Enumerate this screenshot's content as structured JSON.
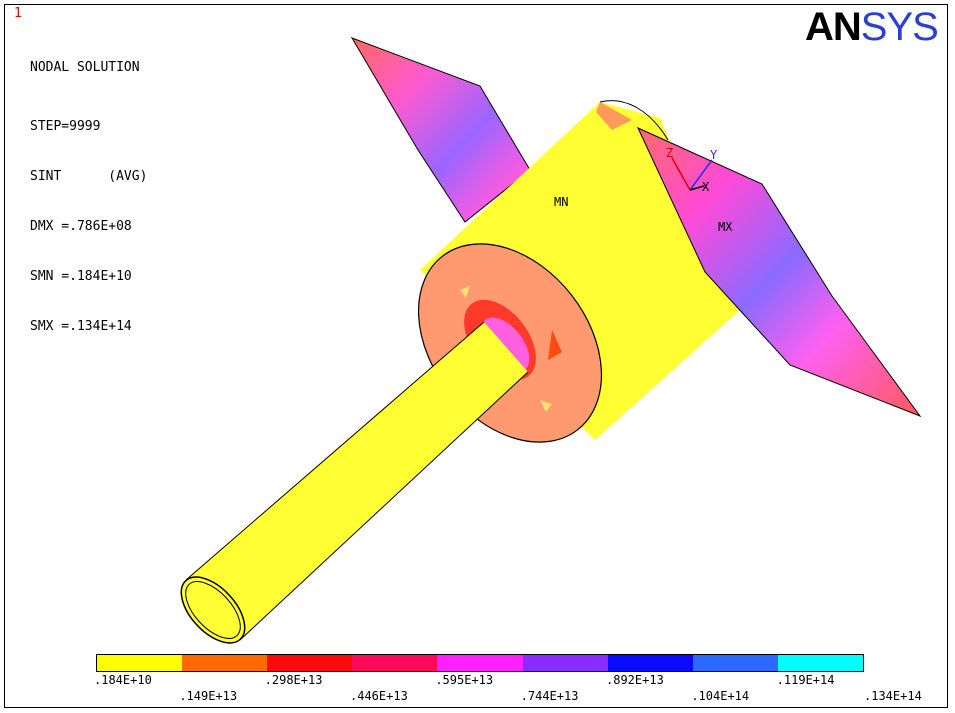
{
  "window_number": "1",
  "info": {
    "title": "NODAL SOLUTION",
    "step": "STEP=9999",
    "sint": "SINT      (AVG)",
    "dmx": "DMX =.786E+08",
    "smn": "SMN =.184E+10",
    "smx": "SMX =.134E+14"
  },
  "logo": {
    "an": "AN",
    "sys": "SYS"
  },
  "markers": {
    "min": "MN",
    "max": "MX"
  },
  "triad": {
    "x": "X",
    "y": "Y",
    "z": "Z"
  },
  "legend": {
    "colors": [
      "#ffff00",
      "#ff6a00",
      "#ff0a0a",
      "#ff0a5a",
      "#ff20ff",
      "#8a2bff",
      "#0a0aff",
      "#2a6aff",
      "#00ffff"
    ],
    "ticks_top": [
      ".184E+10",
      ".298E+13",
      ".595E+13",
      ".892E+13",
      ".119E+14"
    ],
    "ticks_bottom": [
      ".149E+13",
      ".446E+13",
      ".744E+13",
      ".104E+14",
      ".134E+14"
    ]
  }
}
